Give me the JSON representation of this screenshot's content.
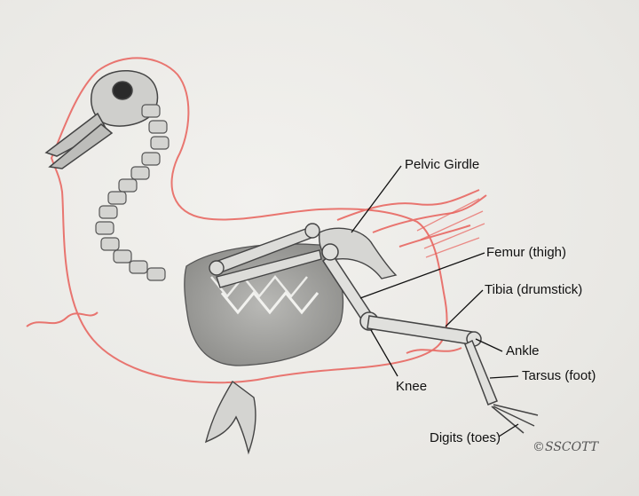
{
  "labels": {
    "pelvic_girdle": "Pelvic Girdle",
    "femur": "Femur (thigh)",
    "tibia": "Tibia (drumstick)",
    "ankle": "Ankle",
    "tarsus": "Tarsus (foot)",
    "knee": "Knee",
    "digits": "Digits (toes)"
  },
  "signature": "©SSCOTT",
  "colors": {
    "outline": "#e8605a",
    "bone_fill": "#d9d9d6",
    "bone_stroke": "#555555",
    "leader_line": "#111111"
  }
}
